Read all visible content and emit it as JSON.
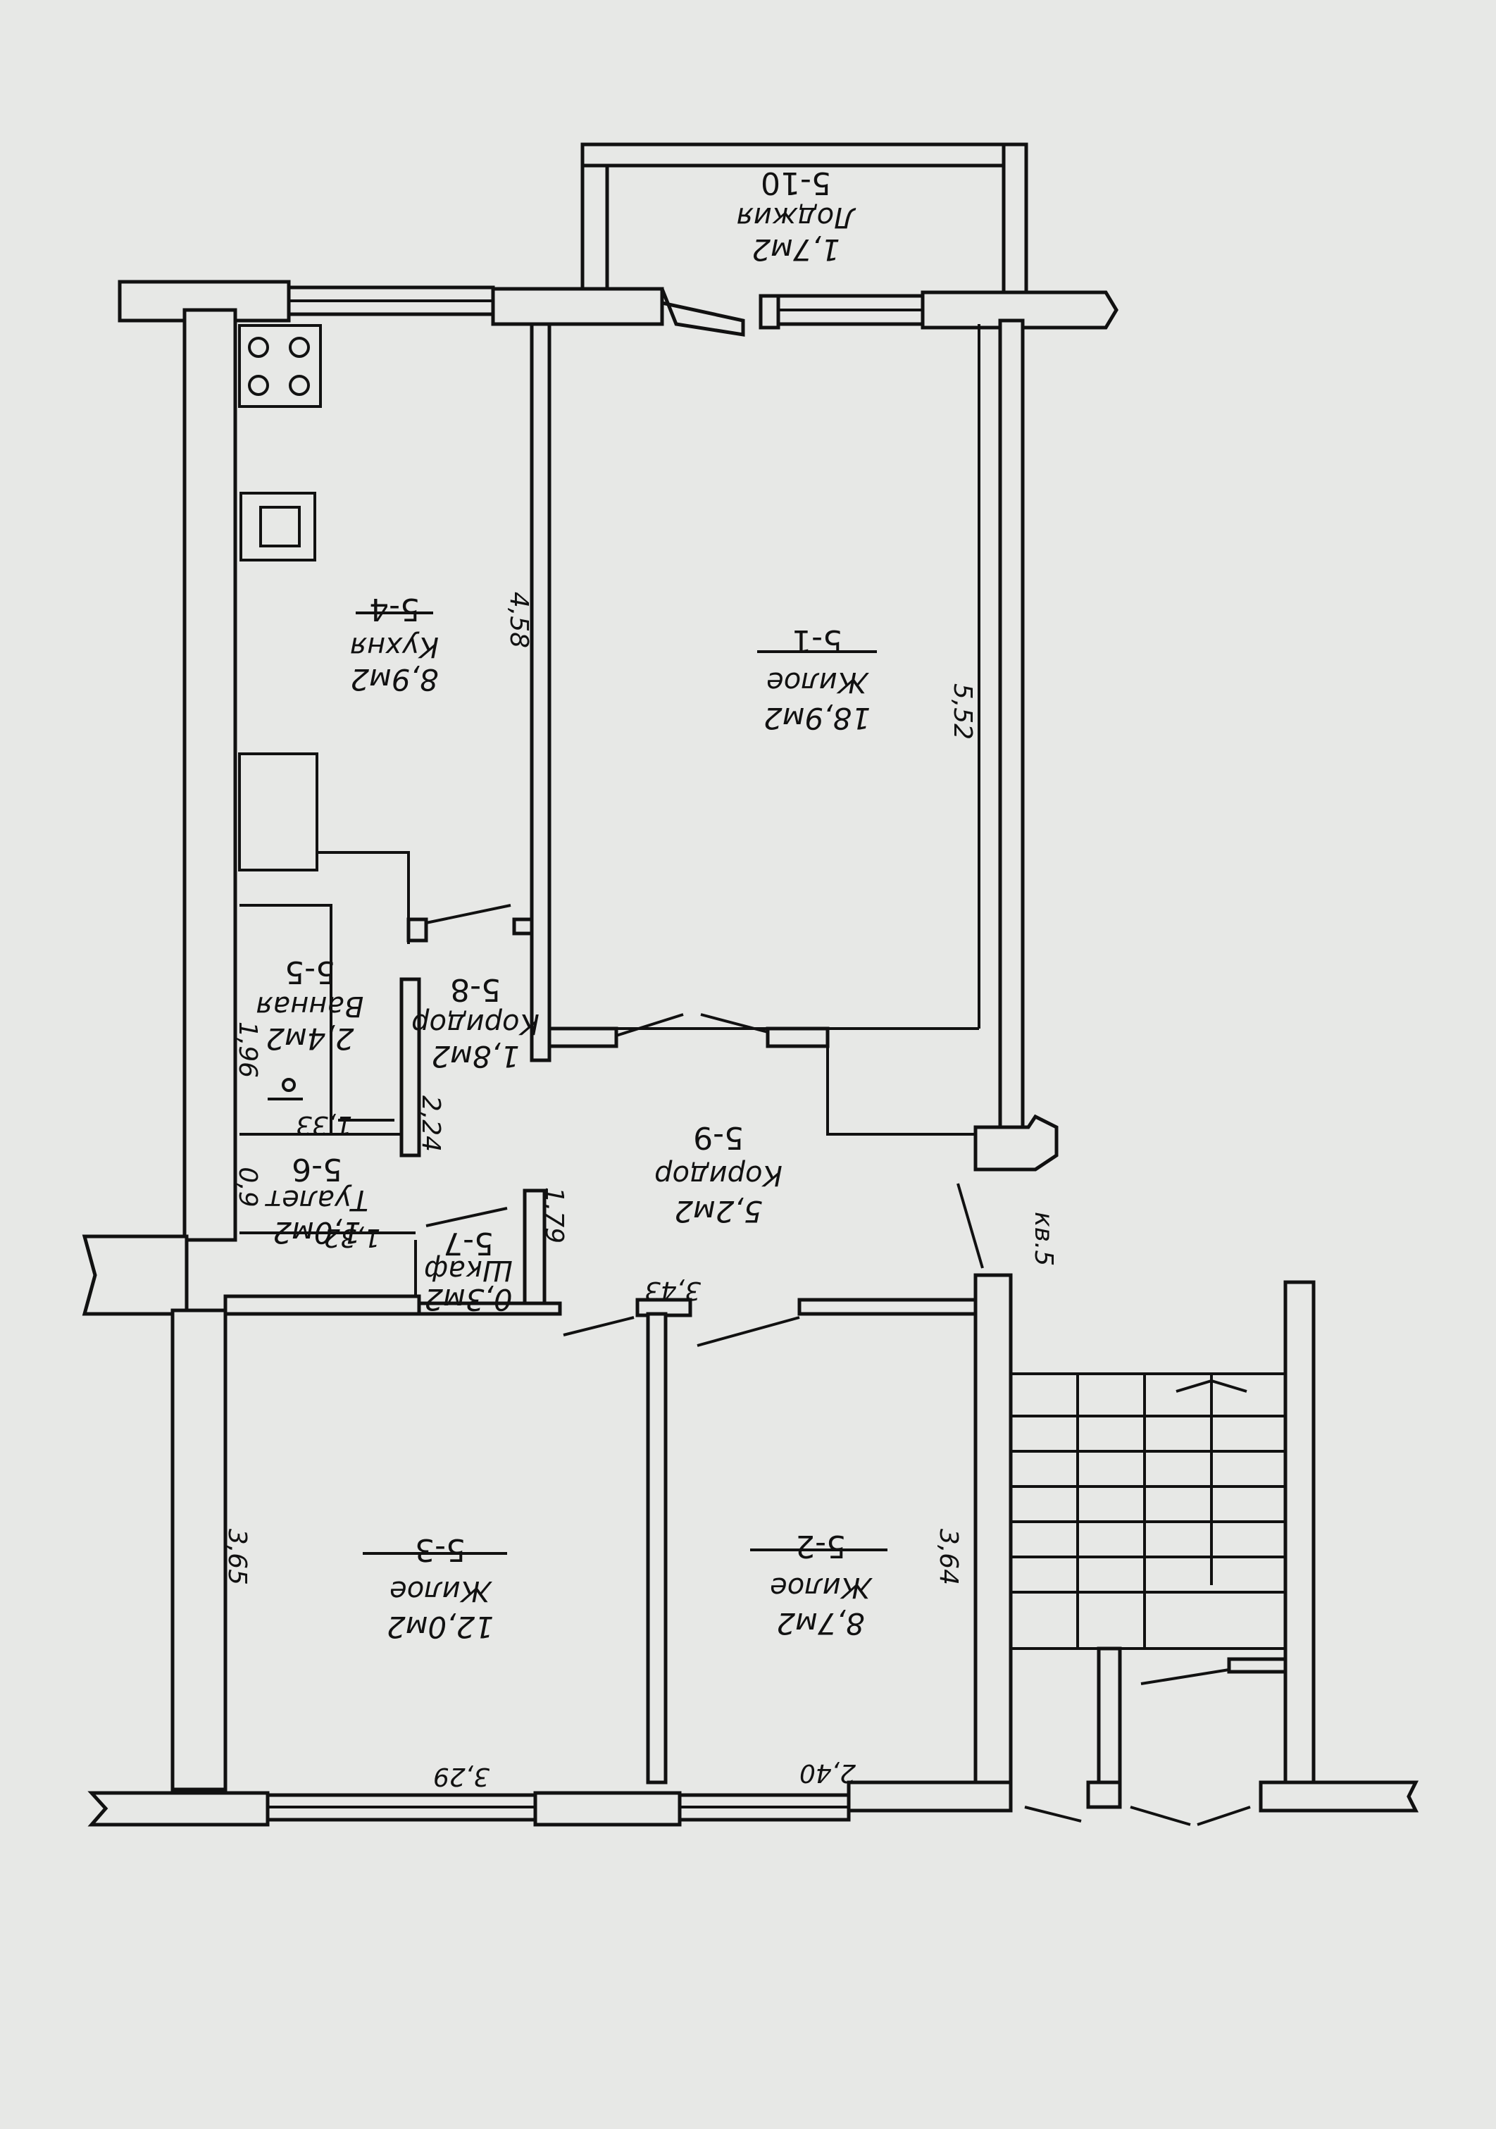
{
  "rooms": {
    "r1": {
      "id": "5-1",
      "type": "Жилое",
      "area": "18,9м2"
    },
    "r2": {
      "id": "5-2",
      "type": "Жилое",
      "area": "8,7м2"
    },
    "r3": {
      "id": "5-3",
      "type": "Жилое",
      "area": "12,0м2"
    },
    "r4": {
      "id": "5-4",
      "type": "Кухня",
      "area": "8,9м2"
    },
    "r5": {
      "id": "5-5",
      "type": "Ванная",
      "area": "2,4м2"
    },
    "r6": {
      "id": "5-6",
      "type": "Туалет",
      "area": "1,0м2"
    },
    "r7": {
      "id": "5-7",
      "type": "Шкаф",
      "area": "0,3м2"
    },
    "r8": {
      "id": "5-8",
      "type": "Коридор",
      "area": "1,8м2"
    },
    "r9": {
      "id": "5-9",
      "type": "Коридор",
      "area": "5,2м2"
    },
    "r10": {
      "id": "5-10",
      "type": "Лоджия",
      "area": "1,7м2"
    }
  },
  "dimensions": {
    "d458": "4,58",
    "d552": "5,52",
    "d196": "1,96",
    "d133": "1,33",
    "d224": "2,24",
    "d09": "0,9",
    "d132": "1,32",
    "d179": "1,79",
    "d343": "3,43",
    "d365": "3,65",
    "d364": "3,64",
    "d329": "3,29",
    "d240": "2,40"
  },
  "apartment_label": "кв.5"
}
